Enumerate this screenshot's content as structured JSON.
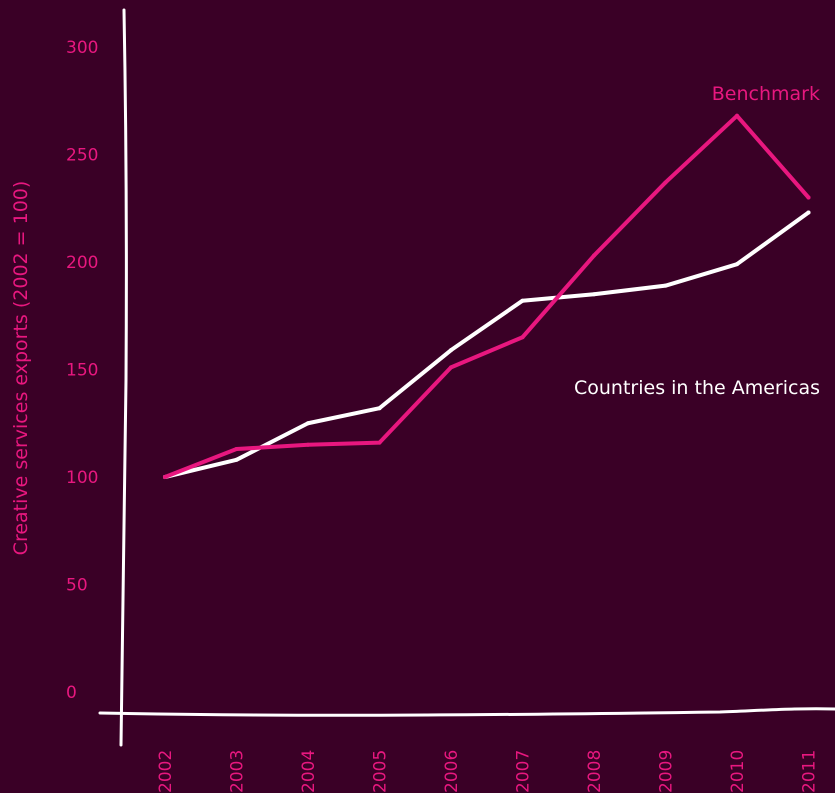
{
  "chart_data": {
    "type": "line",
    "title": "",
    "xlabel": "",
    "ylabel": "Creative services exports (2002 = 100)",
    "x": [
      "2002",
      "2003",
      "2004",
      "2005",
      "2006",
      "2007",
      "2008",
      "2009",
      "2010",
      "2011"
    ],
    "ylim": [
      0,
      300
    ],
    "yticks": [
      "0",
      "50",
      "100",
      "150",
      "200",
      "250",
      "300"
    ],
    "grid": false,
    "series": [
      {
        "name": "Countries in the Americas",
        "color": "#ffffff",
        "values": [
          100,
          108,
          125,
          132,
          159,
          182,
          185,
          189,
          199,
          223
        ]
      },
      {
        "name": "Benchmark",
        "color": "#e8177f",
        "values": [
          100,
          113,
          115,
          116,
          151,
          165,
          203,
          237,
          268,
          230
        ]
      }
    ]
  }
}
